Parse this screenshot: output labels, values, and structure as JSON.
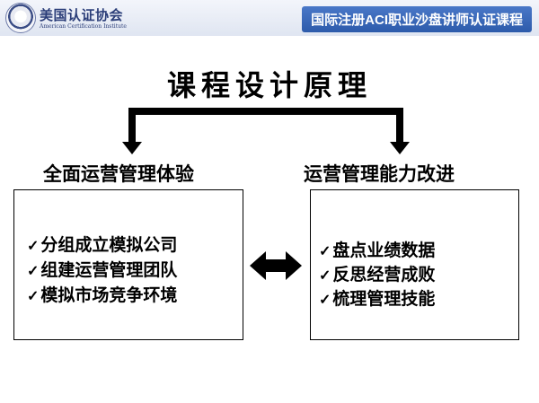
{
  "header": {
    "org_name": "美国认证协会",
    "org_sub": "American Certification Institute",
    "course_title": "国际注册ACI职业沙盘讲师认证课程"
  },
  "main_title": "课程设计原理",
  "left": {
    "heading": "全面运营管理体验",
    "items": [
      "分组成立模拟公司",
      "组建运营管理团队",
      "模拟市场竞争环境"
    ]
  },
  "right": {
    "heading": "运营管理能力改进",
    "items": [
      "盘点业绩数据",
      "反思经营成败",
      "梳理管理技能"
    ]
  },
  "check_glyph": "✓",
  "colors": {
    "header_blue": "#2d5bab",
    "text": "#000000"
  }
}
